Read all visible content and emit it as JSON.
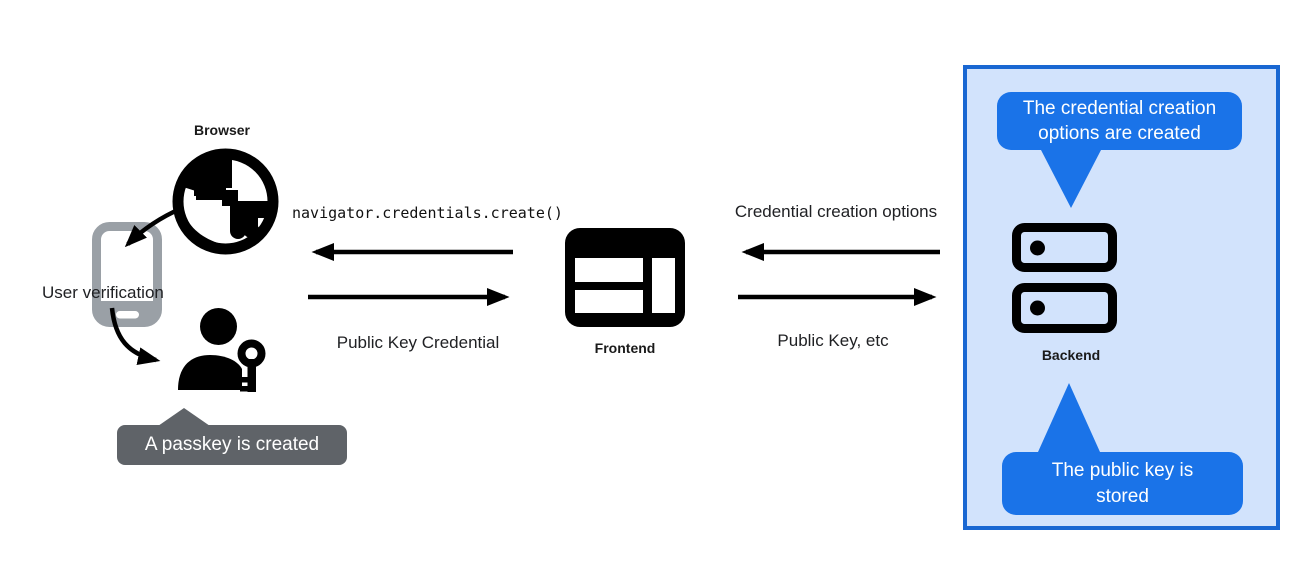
{
  "colors": {
    "accent_blue": "#1a73e8",
    "panel_background": "#d2e3fc",
    "panel_border": "#1967d2",
    "tooltip_gray": "#5f6368",
    "phone_gray": "#9aa0a6",
    "ink": "#000000"
  },
  "browser_group": {
    "label": "Browser",
    "verification_label": "User verification",
    "tooltip": "A passkey is created"
  },
  "frontend_group": {
    "label": "Frontend"
  },
  "backend_group": {
    "label": "Backend",
    "top_bubble": "The credential creation\noptions are created",
    "bottom_bubble": "The public key is\nstored"
  },
  "messages": {
    "create_call": "navigator.credentials.create()",
    "public_key_credential": "Public Key Credential",
    "credential_creation_options": "Credential creation options",
    "public_key_etc": "Public Key, etc"
  },
  "icons": {
    "browser": "globe-icon",
    "device": "smartphone-icon",
    "user": "person-with-key-icon",
    "frontend": "browser-window-icon",
    "backend": "server-icon"
  }
}
